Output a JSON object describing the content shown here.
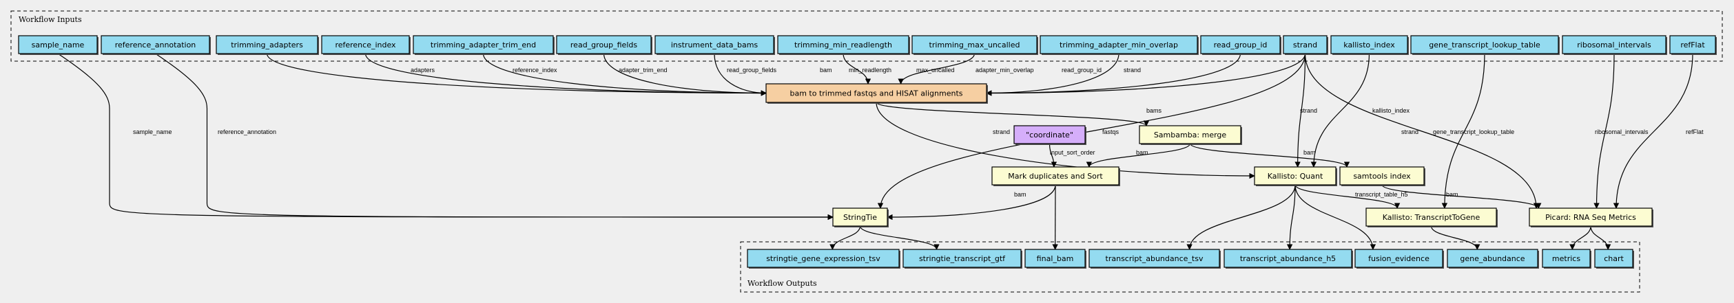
{
  "clusters": {
    "inputs": {
      "title": "Workflow Inputs"
    },
    "outputs": {
      "title": "Workflow Outputs"
    }
  },
  "colors": {
    "input_output": "#94dbf0",
    "workflow_step": "#f6cfa2",
    "step": "#fcfcd2",
    "constant": "#d5aefa",
    "background": "#efefef"
  },
  "nodes": [
    {
      "id": "sample_name",
      "label": "sample_name",
      "kind": "input"
    },
    {
      "id": "reference_annotation",
      "label": "reference_annotation",
      "kind": "input"
    },
    {
      "id": "trimming_adapters",
      "label": "trimming_adapters",
      "kind": "input"
    },
    {
      "id": "reference_index",
      "label": "reference_index",
      "kind": "input"
    },
    {
      "id": "trimming_adapter_trim_end",
      "label": "trimming_adapter_trim_end",
      "kind": "input"
    },
    {
      "id": "read_group_fields",
      "label": "read_group_fields",
      "kind": "input"
    },
    {
      "id": "instrument_data_bams",
      "label": "instrument_data_bams",
      "kind": "input"
    },
    {
      "id": "trimming_min_readlength",
      "label": "trimming_min_readlength",
      "kind": "input"
    },
    {
      "id": "trimming_max_uncalled",
      "label": "trimming_max_uncalled",
      "kind": "input"
    },
    {
      "id": "trimming_adapter_min_overlap",
      "label": "trimming_adapter_min_overlap",
      "kind": "input"
    },
    {
      "id": "read_group_id",
      "label": "read_group_id",
      "kind": "input"
    },
    {
      "id": "strand",
      "label": "strand",
      "kind": "input"
    },
    {
      "id": "kallisto_index",
      "label": "kallisto_index",
      "kind": "input"
    },
    {
      "id": "gene_transcript_lookup_table",
      "label": "gene_transcript_lookup_table",
      "kind": "input"
    },
    {
      "id": "ribosomal_intervals",
      "label": "ribosomal_intervals",
      "kind": "input"
    },
    {
      "id": "refFlat",
      "label": "refFlat",
      "kind": "input"
    },
    {
      "id": "bam_to_trimmed",
      "label": "bam to trimmed fastqs and HISAT alignments",
      "kind": "workflow_step"
    },
    {
      "id": "sambamba_merge",
      "label": "Sambamba: merge",
      "kind": "step"
    },
    {
      "id": "coordinate",
      "label": "\"coordinate\"",
      "kind": "constant"
    },
    {
      "id": "mark_duplicates",
      "label": "Mark duplicates and Sort",
      "kind": "step"
    },
    {
      "id": "kallisto_quant",
      "label": "Kallisto: Quant",
      "kind": "step"
    },
    {
      "id": "samtools_index",
      "label": "samtools index",
      "kind": "step"
    },
    {
      "id": "stringtie",
      "label": "StringTie",
      "kind": "step"
    },
    {
      "id": "transcript_to_gene",
      "label": "Kallisto: TranscriptToGene",
      "kind": "step"
    },
    {
      "id": "picard",
      "label": "Picard: RNA Seq Metrics",
      "kind": "step"
    },
    {
      "id": "stringtie_gene_expression_tsv",
      "label": "stringtie_gene_expression_tsv",
      "kind": "output"
    },
    {
      "id": "stringtie_transcript_gtf",
      "label": "stringtie_transcript_gtf",
      "kind": "output"
    },
    {
      "id": "final_bam",
      "label": "final_bam",
      "kind": "output"
    },
    {
      "id": "transcript_abundance_tsv",
      "label": "transcript_abundance_tsv",
      "kind": "output"
    },
    {
      "id": "transcript_abundance_h5",
      "label": "transcript_abundance_h5",
      "kind": "output"
    },
    {
      "id": "fusion_evidence",
      "label": "fusion_evidence",
      "kind": "output"
    },
    {
      "id": "gene_abundance",
      "label": "gene_abundance",
      "kind": "output"
    },
    {
      "id": "metrics",
      "label": "metrics",
      "kind": "output"
    },
    {
      "id": "chart",
      "label": "chart",
      "kind": "output"
    }
  ],
  "edges": [
    {
      "from": "sample_name",
      "to": "stringtie",
      "label": "sample_name"
    },
    {
      "from": "reference_annotation",
      "to": "stringtie",
      "label": "reference_annotation"
    },
    {
      "from": "trimming_adapters",
      "to": "bam_to_trimmed",
      "label": "adapters"
    },
    {
      "from": "reference_index",
      "to": "bam_to_trimmed",
      "label": "reference_index"
    },
    {
      "from": "trimming_adapter_trim_end",
      "to": "bam_to_trimmed",
      "label": "adapter_trim_end"
    },
    {
      "from": "read_group_fields",
      "to": "bam_to_trimmed",
      "label": "read_group_fields"
    },
    {
      "from": "instrument_data_bams",
      "to": "bam_to_trimmed",
      "label": "bam"
    },
    {
      "from": "trimming_min_readlength",
      "to": "bam_to_trimmed",
      "label": "min_readlength"
    },
    {
      "from": "trimming_max_uncalled",
      "to": "bam_to_trimmed",
      "label": "max_uncalled"
    },
    {
      "from": "trimming_adapter_min_overlap",
      "to": "bam_to_trimmed",
      "label": "adapter_min_overlap"
    },
    {
      "from": "read_group_id",
      "to": "bam_to_trimmed",
      "label": "read_group_id"
    },
    {
      "from": "strand",
      "to": "bam_to_trimmed",
      "label": "strand"
    },
    {
      "from": "strand",
      "to": "stringtie",
      "label": "strand"
    },
    {
      "from": "strand",
      "to": "kallisto_quant",
      "label": "strand"
    },
    {
      "from": "strand",
      "to": "picard",
      "label": "strand"
    },
    {
      "from": "kallisto_index",
      "to": "kallisto_quant",
      "label": "kallisto_index"
    },
    {
      "from": "gene_transcript_lookup_table",
      "to": "transcript_to_gene",
      "label": "gene_transcript_lookup_table"
    },
    {
      "from": "ribosomal_intervals",
      "to": "picard",
      "label": "ribosomal_intervals"
    },
    {
      "from": "refFlat",
      "to": "picard",
      "label": "refFlat"
    },
    {
      "from": "bam_to_trimmed",
      "to": "sambamba_merge",
      "label": "bams"
    },
    {
      "from": "bam_to_trimmed",
      "to": "kallisto_quant",
      "label": "fastqs"
    },
    {
      "from": "coordinate",
      "to": "mark_duplicates",
      "label": "input_sort_order"
    },
    {
      "from": "sambamba_merge",
      "to": "mark_duplicates",
      "label": "bam"
    },
    {
      "from": "sambamba_merge",
      "to": "samtools_index",
      "label": "bam"
    },
    {
      "from": "mark_duplicates",
      "to": "stringtie",
      "label": "bam"
    },
    {
      "from": "mark_duplicates",
      "to": "final_bam",
      "label": ""
    },
    {
      "from": "kallisto_quant",
      "to": "transcript_to_gene",
      "label": "transcript_table_h5"
    },
    {
      "from": "samtools_index",
      "to": "picard",
      "label": "bam"
    },
    {
      "from": "kallisto_quant",
      "to": "transcript_abundance_tsv",
      "label": ""
    },
    {
      "from": "kallisto_quant",
      "to": "transcript_abundance_h5",
      "label": ""
    },
    {
      "from": "kallisto_quant",
      "to": "fusion_evidence",
      "label": ""
    },
    {
      "from": "stringtie",
      "to": "stringtie_gene_expression_tsv",
      "label": ""
    },
    {
      "from": "stringtie",
      "to": "stringtie_transcript_gtf",
      "label": ""
    },
    {
      "from": "transcript_to_gene",
      "to": "gene_abundance",
      "label": ""
    },
    {
      "from": "picard",
      "to": "metrics",
      "label": ""
    },
    {
      "from": "picard",
      "to": "chart",
      "label": ""
    }
  ]
}
